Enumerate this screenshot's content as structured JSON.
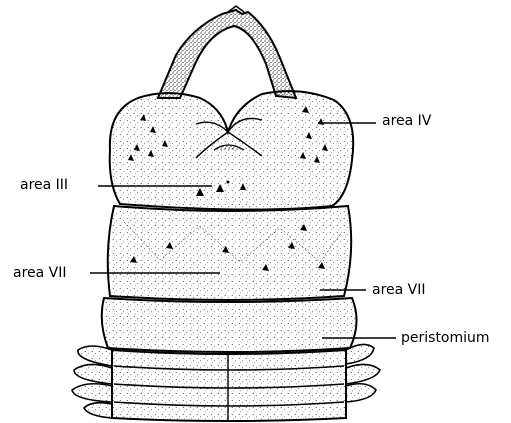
{
  "figure": {
    "labels": {
      "area_iv": "area IV",
      "area_iii": "area III",
      "area_vii_left": "area VII",
      "area_vii_right": "area VII",
      "peristomium": "peristomium"
    },
    "colors": {
      "ink": "#000000",
      "paper": "#ffffff"
    }
  }
}
